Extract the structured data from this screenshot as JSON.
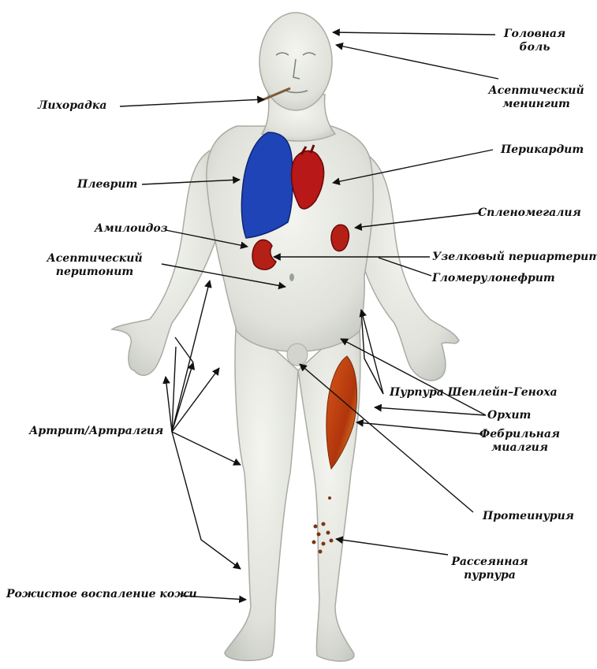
{
  "labels": {
    "headache_1": "Головная",
    "headache_2": "боль",
    "meningitis_1": "Асептический",
    "meningitis_2": "менингит",
    "fever": "Лихорадка",
    "pericarditis": "Перикардит",
    "pleuritis": "Плеврит",
    "splenomegaly": "Спленомегалия",
    "amyloidosis": "Амилоидоз",
    "peritonitis_1": "Асептический",
    "peritonitis_2": "перитонит",
    "polyarteritis": "Узелковый периартерит",
    "glomerulonephritis": "Гломерулонефрит",
    "henoch_purpura": "Пурпура Шенлейн–Геноха",
    "orchitis": "Орхит",
    "myalgia_1": "Фебрильная",
    "myalgia_2": "миалгия",
    "arthritis": "Артрит/Артралгия",
    "proteinuria": "Протеинурия",
    "purpura_1": "Рассеянная",
    "purpura_2": "пурпура",
    "erysipelas": "Рожистое воспаление кожи"
  },
  "colors": {
    "skin": "#e6e8e1",
    "skin_shadow": "#b9bcb4",
    "lung": "#1f44b8",
    "heart": "#b81818",
    "kidney": "#b52016",
    "muscle": "#c2480f",
    "rash": "#7a3512"
  }
}
